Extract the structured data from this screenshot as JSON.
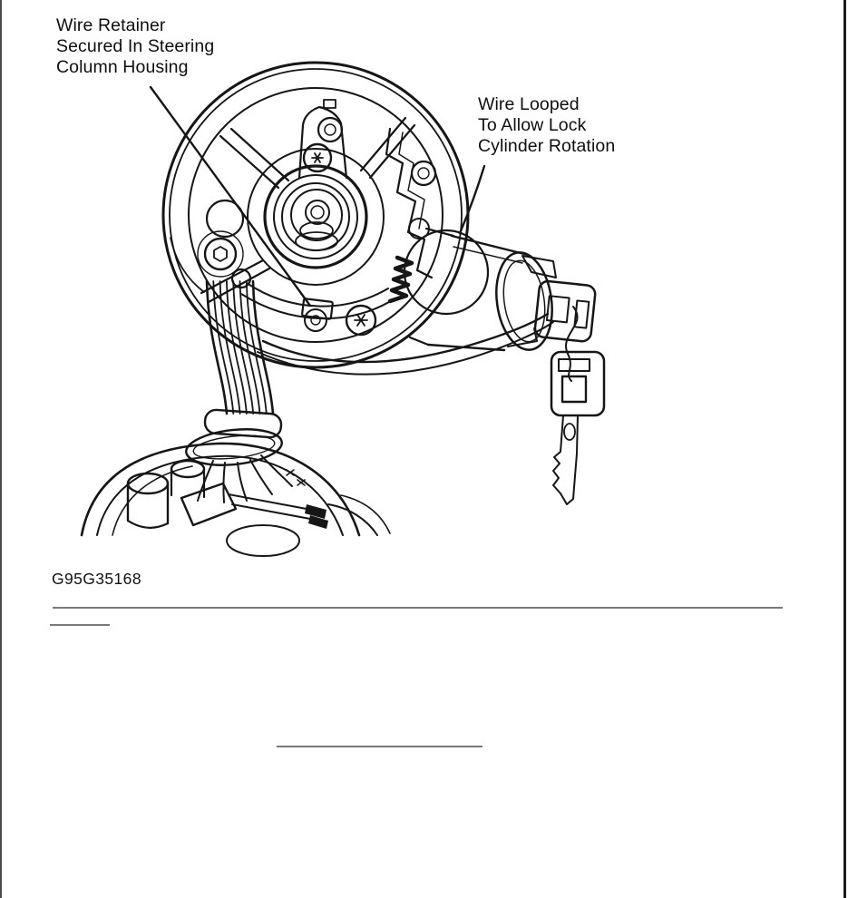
{
  "figure": {
    "callouts": {
      "wire_retainer": "Wire Retainer\nSecured In Steering\nColumn Housing",
      "wire_looped": "Wire Looped\nTo Allow Lock\nCylinder Rotation"
    },
    "figure_code": "G95G35168",
    "colors": {
      "ink": "#161616",
      "paper": "#ffffff",
      "rule": "#7a7a7a",
      "page_border_left": "#4a4a4a",
      "page_border_right": "#1c1c1c"
    }
  }
}
